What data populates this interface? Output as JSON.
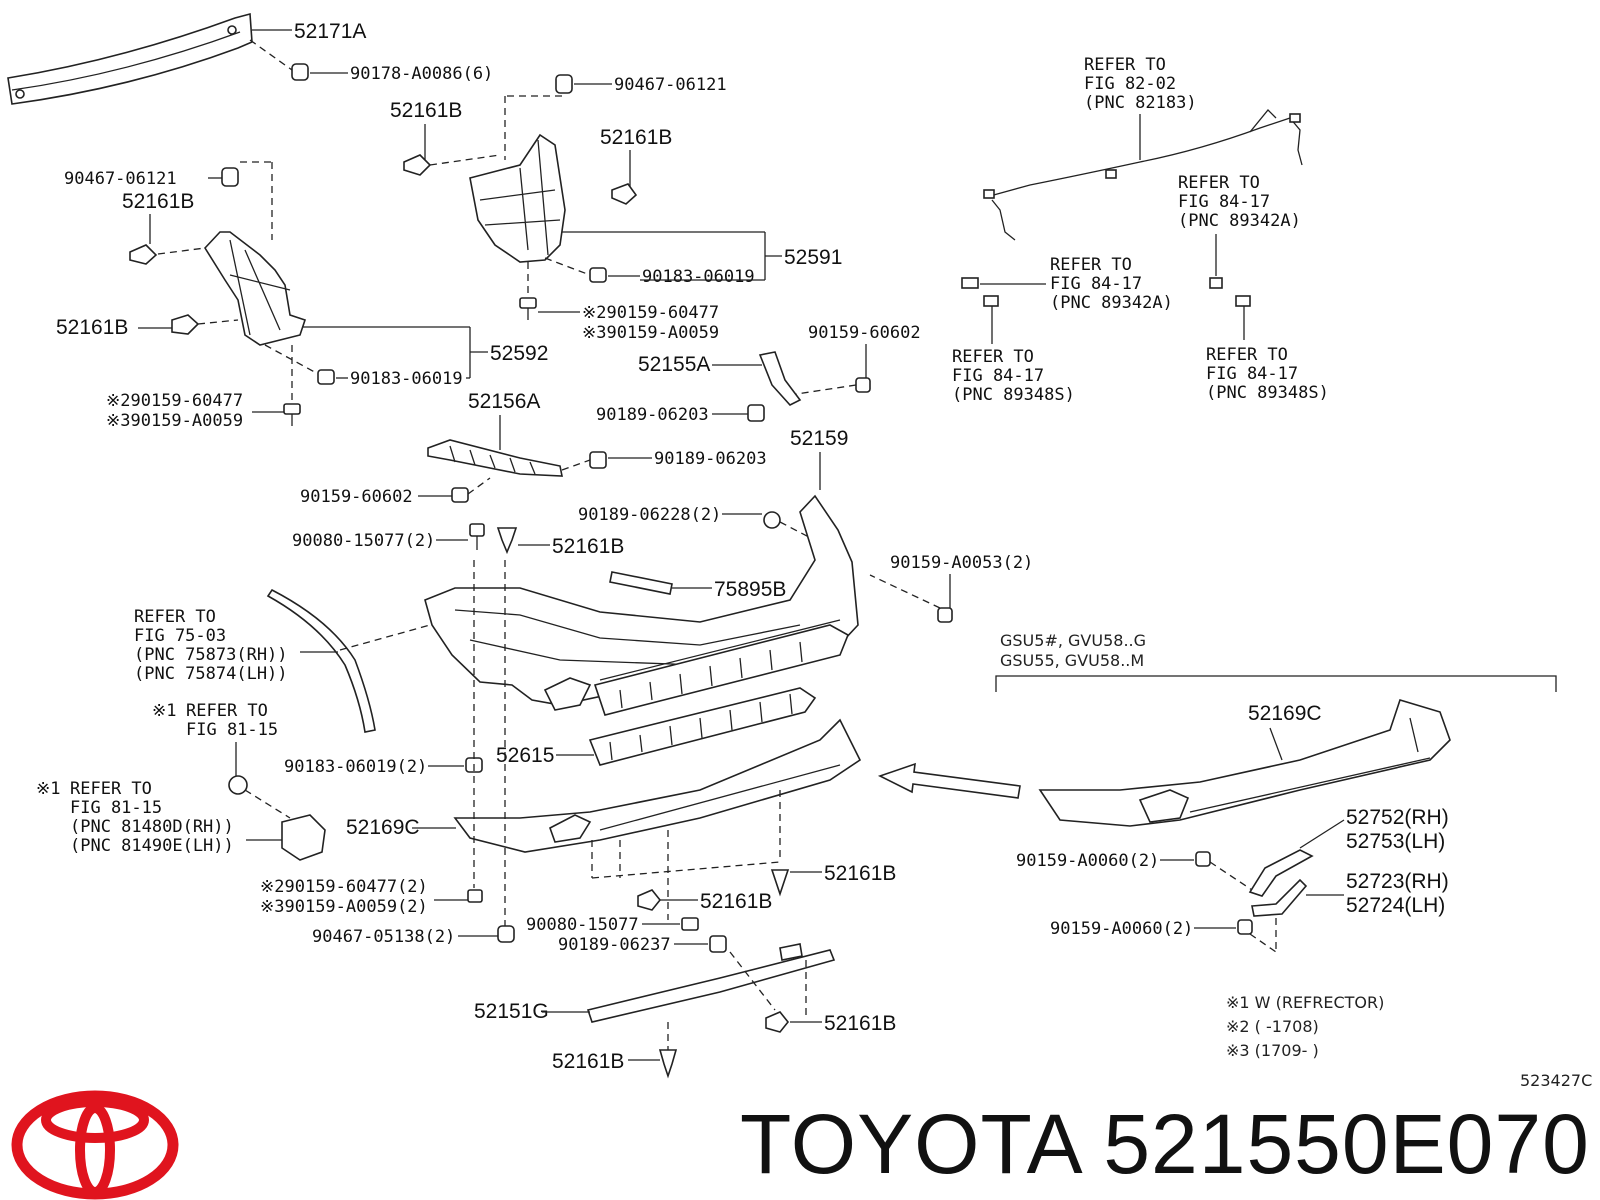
{
  "diagram_id": "523427C",
  "footer": {
    "brand": "TOYOTA",
    "part_number": "521550E070"
  },
  "logo": {
    "color": "#e0141e",
    "name": "toyota-logo"
  },
  "model_codes": [
    "GSU5#, GVU58..G",
    "GSU55, GVU58..M"
  ],
  "notes": [
    "※1 W (REFRECTOR)",
    "※2 (       -1708)",
    "※3 (1709-       )"
  ],
  "refs": {
    "r82183": [
      "REFER TO",
      "FIG 82-02",
      "(PNC 82183)"
    ],
    "r89342a_right": [
      "REFER TO",
      "FIG 84-17",
      "(PNC 89342A)"
    ],
    "r89342a_left": [
      "REFER TO",
      "FIG 84-17",
      "(PNC 89342A)"
    ],
    "r89348s_left": [
      "REFER TO",
      "FIG 84-17",
      "(PNC 89348S)"
    ],
    "r89348s_right": [
      "REFER TO",
      "FIG 84-17",
      "(PNC 89348S)"
    ],
    "r75873": [
      "REFER TO",
      "FIG 75-03",
      "(PNC 75873(RH))",
      "(PNC 75874(LH))"
    ],
    "r81_15": [
      "REFER TO",
      "FIG 81-15"
    ],
    "r81480": [
      "REFER TO",
      "FIG 81-15",
      "(PNC 81480D(RH))",
      "(PNC 81490E(LH))"
    ]
  },
  "labels": {
    "p52171A": "52171A",
    "p90178": "90178-A0086(6)",
    "p90467_top": "90467-06121",
    "p52161B_a": "52161B",
    "p52161B_b": "52161B",
    "p90467_left": "90467-06121",
    "p52161B_c": "52161B",
    "p52591": "52591",
    "p90183_a": "90183-06019",
    "p52161B_d": "52161B",
    "p52592": "52592",
    "p90159_60477_a": "90159-60477",
    "p90159_A0059_a": "90159-A0059",
    "p90183_b": "90183-06019",
    "p90159_60477_b": "90159-60477",
    "p90159_A0059_b": "90159-A0059",
    "p90159_60602_a": "90159-60602",
    "p52155A": "52155A",
    "p90189_06203_a": "90189-06203",
    "p52156A": "52156A",
    "p90189_06203_b": "90189-06203",
    "p52159": "52159",
    "p90159_60602_b": "90159-60602",
    "p90189_06228": "90189-06228(2)",
    "p90080_a": "90080-15077(2)",
    "p52161B_e": "52161B",
    "p90159_A0053": "90159-A0053(2)",
    "p75895B": "75895B",
    "p90183_c": "90183-06019(2)",
    "p52615": "52615",
    "p52169C_a": "52169C",
    "p52169C_b": "52169C",
    "p52752": "52752(RH)",
    "p52753": "52753(LH)",
    "p90159_A0060_a": "90159-A0060(2)",
    "p52723": "52723(RH)",
    "p52724": "52724(LH)",
    "p90159_A0060_b": "90159-A0060(2)",
    "p90159_60477_c": "90159-60477(2)",
    "p90159_A0059_c": "90159-A0059(2)",
    "p52161B_f": "52161B",
    "p52161B_g": "52161B",
    "p90467_05138": "90467-05138(2)",
    "p90080_b": "90080-15077",
    "p90189_06237": "90189-06237",
    "p52151G": "52151G",
    "p52161B_h": "52161B",
    "p52161B_i": "52161B",
    "x1a": "※1",
    "x1b": "※1",
    "x2a": "※2",
    "x3a": "※3",
    "x2b": "※2",
    "x3b": "※3",
    "x2c": "※2",
    "x3c": "※3"
  }
}
